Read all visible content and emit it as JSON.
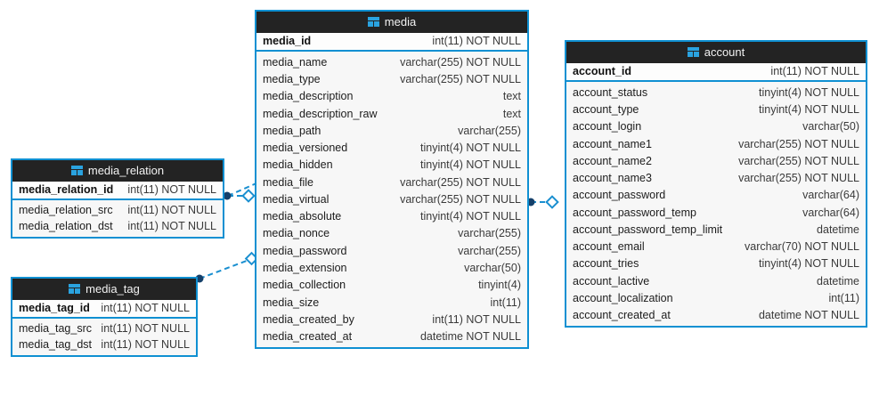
{
  "diagram": {
    "title": "database-er-diagram",
    "colors": {
      "accent": "#0f90d2",
      "header_bg": "#232323",
      "header_text": "#f2f2f2",
      "body_bg": "#f7f7f7",
      "pk_bg": "#fdfdfd",
      "connector": "#1a8fd0"
    }
  },
  "entities": [
    {
      "id": "media",
      "name": "media",
      "icon": "table-icon",
      "primary_key": {
        "name": "media_id",
        "type": "int(11) NOT NULL"
      },
      "columns": [
        {
          "name": "media_name",
          "type": "varchar(255) NOT NULL"
        },
        {
          "name": "media_type",
          "type": "varchar(255) NOT NULL"
        },
        {
          "name": "media_description",
          "type": "text"
        },
        {
          "name": "media_description_raw",
          "type": "text"
        },
        {
          "name": "media_path",
          "type": "varchar(255)"
        },
        {
          "name": "media_versioned",
          "type": "tinyint(4) NOT NULL"
        },
        {
          "name": "media_hidden",
          "type": "tinyint(4) NOT NULL"
        },
        {
          "name": "media_file",
          "type": "varchar(255) NOT NULL"
        },
        {
          "name": "media_virtual",
          "type": "varchar(255) NOT NULL"
        },
        {
          "name": "media_absolute",
          "type": "tinyint(4) NOT NULL"
        },
        {
          "name": "media_nonce",
          "type": "varchar(255)"
        },
        {
          "name": "media_password",
          "type": "varchar(255)"
        },
        {
          "name": "media_extension",
          "type": "varchar(50)"
        },
        {
          "name": "media_collection",
          "type": "tinyint(4)"
        },
        {
          "name": "media_size",
          "type": "int(11)"
        },
        {
          "name": "media_created_by",
          "type": "int(11) NOT NULL"
        },
        {
          "name": "media_created_at",
          "type": "datetime NOT NULL"
        }
      ]
    },
    {
      "id": "account",
      "name": "account",
      "icon": "table-icon",
      "primary_key": {
        "name": "account_id",
        "type": "int(11) NOT NULL"
      },
      "columns": [
        {
          "name": "account_status",
          "type": "tinyint(4) NOT NULL"
        },
        {
          "name": "account_type",
          "type": "tinyint(4) NOT NULL"
        },
        {
          "name": "account_login",
          "type": "varchar(50)"
        },
        {
          "name": "account_name1",
          "type": "varchar(255) NOT NULL"
        },
        {
          "name": "account_name2",
          "type": "varchar(255) NOT NULL"
        },
        {
          "name": "account_name3",
          "type": "varchar(255) NOT NULL"
        },
        {
          "name": "account_password",
          "type": "varchar(64)"
        },
        {
          "name": "account_password_temp",
          "type": "varchar(64)"
        },
        {
          "name": "account_password_temp_limit",
          "type": "datetime"
        },
        {
          "name": "account_email",
          "type": "varchar(70) NOT NULL"
        },
        {
          "name": "account_tries",
          "type": "tinyint(4) NOT NULL"
        },
        {
          "name": "account_lactive",
          "type": "datetime"
        },
        {
          "name": "account_localization",
          "type": "int(11)"
        },
        {
          "name": "account_created_at",
          "type": "datetime NOT NULL"
        }
      ]
    },
    {
      "id": "media_relation",
      "name": "media_relation",
      "icon": "table-icon",
      "primary_key": {
        "name": "media_relation_id",
        "type": "int(11) NOT NULL"
      },
      "columns": [
        {
          "name": "media_relation_src",
          "type": "int(11) NOT NULL"
        },
        {
          "name": "media_relation_dst",
          "type": "int(11) NOT NULL"
        }
      ]
    },
    {
      "id": "media_tag",
      "name": "media_tag",
      "icon": "table-icon",
      "primary_key": {
        "name": "media_tag_id",
        "type": "int(11) NOT NULL"
      },
      "columns": [
        {
          "name": "media_tag_src",
          "type": "int(11) NOT NULL"
        },
        {
          "name": "media_tag_dst",
          "type": "int(11) NOT NULL"
        }
      ]
    }
  ],
  "relationships": [
    {
      "id": "rel-media_relation-media-a",
      "from": "media_relation",
      "to": "media",
      "from_marker": "filled-dot",
      "to_marker": "diamond",
      "style": "dashed"
    },
    {
      "id": "rel-media_relation-media-b",
      "from": "media_relation",
      "to": "media",
      "from_marker": "filled-dot",
      "to_marker": "diamond",
      "style": "dashed"
    },
    {
      "id": "rel-media_tag-media",
      "from": "media_tag",
      "to": "media",
      "from_marker": "filled-dot",
      "to_marker": "diamond",
      "style": "dashed"
    },
    {
      "id": "rel-media-account",
      "from": "media",
      "to": "account",
      "from_marker": "filled-dot",
      "to_marker": "diamond",
      "style": "dashed"
    }
  ]
}
